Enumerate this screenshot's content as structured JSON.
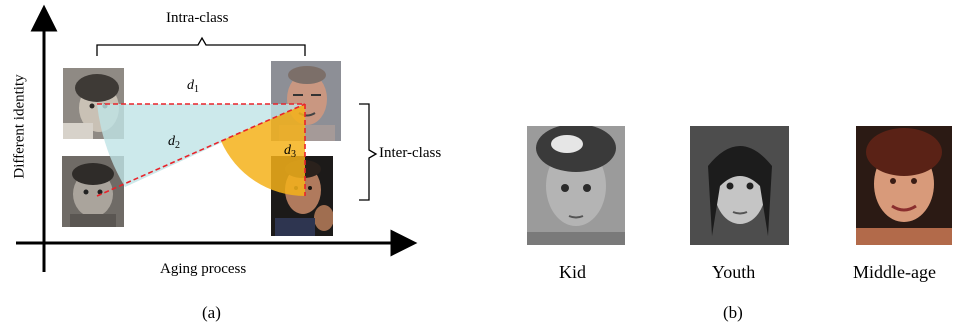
{
  "panel_a": {
    "y_axis_label": "Different identity",
    "x_axis_label": "Aging process",
    "intra_class_label": "Intra-class",
    "inter_class_label": "Inter-class",
    "distances": [
      {
        "symbol": "d",
        "subscript": "1"
      },
      {
        "symbol": "d",
        "subscript": "2"
      },
      {
        "symbol": "d",
        "subscript": "3"
      }
    ],
    "caption": "(a)"
  },
  "panel_b": {
    "age_groups": [
      "Kid",
      "Youth",
      "Middle-age"
    ],
    "caption": "(b)"
  },
  "colors": {
    "distance_line": "#e8242b",
    "intra_region": "#bfe3e6",
    "inter_region": "#f5b21a",
    "axis": "#000000"
  }
}
